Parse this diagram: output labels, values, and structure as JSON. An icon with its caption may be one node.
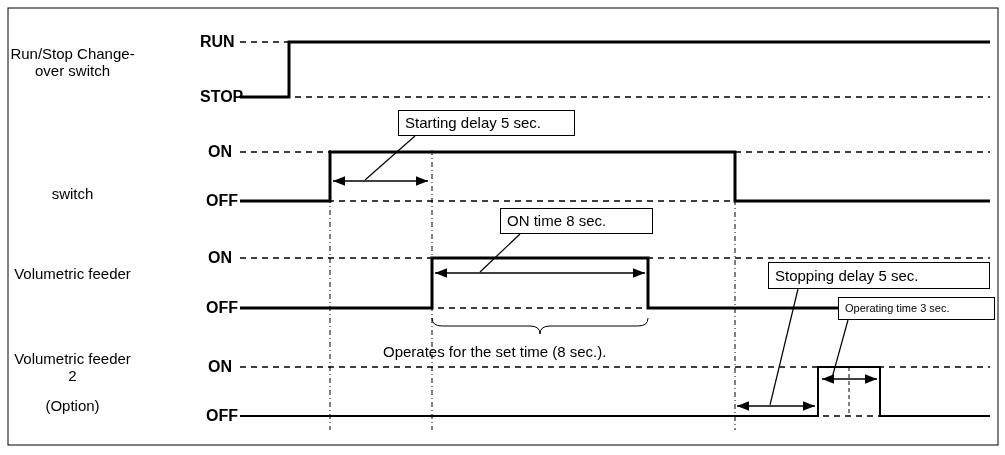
{
  "diagram": {
    "nodes": [
      {
        "text": [
          "Starting delay 5 sec."
        ]
      },
      {
        "text": [
          "ON time 8 sec."
        ]
      },
      {
        "text": [
          "Stopping delay 5 sec."
        ]
      },
      {
        "text": [
          "Operating time 3 sec."
        ]
      }
    ],
    "edges": [
      {
        "from": 0,
        "to": null,
        "arrow": "none"
      },
      {
        "from": 1,
        "to": null,
        "arrow": "none"
      },
      {
        "from": 2,
        "to": null,
        "arrow": "none"
      },
      {
        "from": 3,
        "to": null,
        "arrow": "none"
      }
    ],
    "labels": [
      "RUN",
      "Run/Stop Change-over switch",
      "STOP",
      "ON",
      "switch",
      "OFF",
      "ON",
      "Volumetric feeder",
      "OFF",
      "Operates for the set time (8 sec.).",
      "Volumetric feeder 2",
      "ON",
      "(Option)",
      "OFF"
    ]
  }
}
